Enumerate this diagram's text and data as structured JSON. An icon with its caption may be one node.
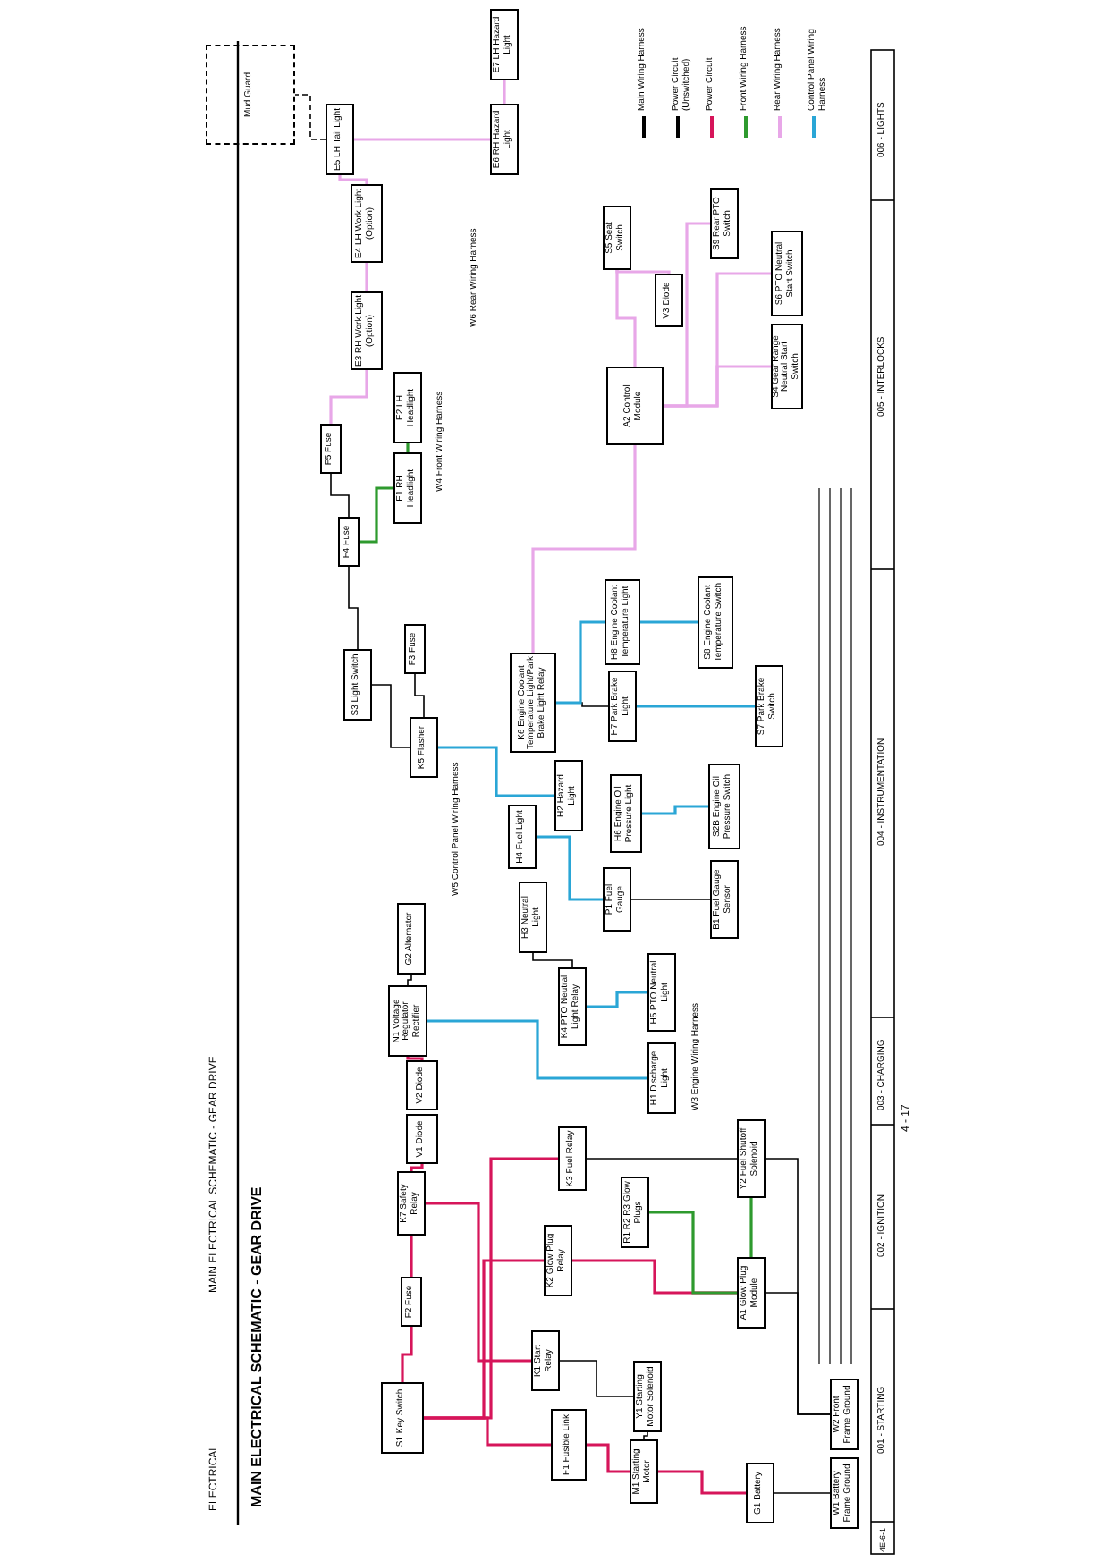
{
  "diagram": {
    "title": "MAIN ELECTRICAL SCHEMATIC - GEAR DRIVE",
    "nodes": [
      {
        "text": [
          "G1 Battery"
        ]
      },
      {
        "text": [
          "W1 Battery Frame Ground"
        ]
      },
      {
        "text": [
          "W2 Front Frame Ground"
        ]
      },
      {
        "text": [
          "M1 Starting Motor"
        ]
      },
      {
        "text": [
          "Y1 Starting Motor Solenoid"
        ]
      },
      {
        "text": [
          "F1 Fusible Link"
        ]
      },
      {
        "text": [
          "K1 Start Relay"
        ]
      },
      {
        "text": [
          "S1 Key Switch"
        ]
      },
      {
        "text": [
          "F2 Fuse"
        ]
      },
      {
        "text": [
          "K7 Safety Relay"
        ]
      },
      {
        "text": [
          "V1 Diode"
        ]
      },
      {
        "text": [
          "V2 Diode"
        ]
      },
      {
        "text": [
          "N1 Voltage Regulator Rectifier"
        ]
      },
      {
        "text": [
          "G2 Alternator"
        ]
      },
      {
        "text": [
          "K2 Glow Plug Relay"
        ]
      },
      {
        "text": [
          "R1 R2 R3 Glow Plugs"
        ]
      },
      {
        "text": [
          "A1 Glow Plug Module"
        ]
      },
      {
        "text": [
          "K3 Fuel Relay"
        ]
      },
      {
        "text": [
          "Y2 Fuel Shutoff Solenoid"
        ]
      },
      {
        "text": [
          "K4 PTO Neutral Light Relay"
        ]
      },
      {
        "text": [
          "H1 Discharge Light"
        ]
      },
      {
        "text": [
          "H5 PTO Neutral Light"
        ]
      },
      {
        "text": [
          "H3 Neutral Light"
        ]
      },
      {
        "text": [
          "P1 Fuel Gauge"
        ]
      },
      {
        "text": [
          "B1 Fuel Gauge Sensor"
        ]
      },
      {
        "text": [
          "H4 Fuel Light"
        ]
      },
      {
        "text": [
          "H2 Hazard Light"
        ]
      },
      {
        "text": [
          "H6 Engine Oil Pressure Light"
        ]
      },
      {
        "text": [
          "S2B Engine Oil Pressure Switch"
        ]
      },
      {
        "text": [
          "K5 Flasher"
        ]
      },
      {
        "text": [
          "K6 Engine Coolant Temperature Light/Park Brake Light Relay"
        ]
      },
      {
        "text": [
          "H7 Park Brake Light"
        ]
      },
      {
        "text": [
          "S7 Park Brake Switch"
        ]
      },
      {
        "text": [
          "H8 Engine Coolant Temperature Light"
        ]
      },
      {
        "text": [
          "S8 Engine Coolant Temperature Switch"
        ]
      },
      {
        "text": [
          "S3 Light Switch"
        ]
      },
      {
        "text": [
          "F3 Fuse"
        ]
      },
      {
        "text": [
          "F4 Fuse"
        ]
      },
      {
        "text": [
          "F5 Fuse"
        ]
      },
      {
        "text": [
          "E1 RH Headlight"
        ]
      },
      {
        "text": [
          "E2 LH Headlight"
        ]
      },
      {
        "text": [
          "E3 RH Work Light (Option)"
        ]
      },
      {
        "text": [
          "E4 LH Work Light (Option)"
        ]
      },
      {
        "text": [
          "E5 LH Tail Light"
        ]
      },
      {
        "text": [
          "E6 RH Hazard Light"
        ]
      },
      {
        "text": [
          "E7 LH Hazard Light"
        ]
      },
      {
        "text": [
          "A2 Control Module"
        ]
      },
      {
        "text": [
          "S5 Seat Switch"
        ]
      },
      {
        "text": [
          "V3 Diode"
        ]
      },
      {
        "text": [
          "S9 Rear PTO Switch"
        ]
      },
      {
        "text": [
          "S6 PTO Neutral Start Switch"
        ]
      },
      {
        "text": [
          "S4 Gear Range Neutral Start Switch"
        ]
      },
      {
        "text": [
          "Mud Guard"
        ]
      }
    ],
    "edges": [
      {
        "from": 0,
        "to": 1,
        "arrow": "none"
      },
      {
        "from": 0,
        "to": 3,
        "arrow": "none",
        "color": "#d6155a"
      },
      {
        "from": 3,
        "to": 5,
        "arrow": "none",
        "color": "#d6155a"
      },
      {
        "from": 5,
        "to": 7,
        "arrow": "none",
        "color": "#d6155a"
      },
      {
        "from": 6,
        "to": 4,
        "arrow": "none"
      },
      {
        "from": 3,
        "to": 4,
        "arrow": "none"
      },
      {
        "from": 7,
        "to": 8,
        "arrow": "none",
        "color": "#d6155a"
      },
      {
        "from": 8,
        "to": 9,
        "arrow": "none",
        "color": "#d6155a"
      },
      {
        "from": 9,
        "to": 6,
        "arrow": "none",
        "color": "#d6155a"
      },
      {
        "from": 7,
        "to": 14,
        "arrow": "none",
        "color": "#d6155a"
      },
      {
        "from": 14,
        "to": 16,
        "arrow": "none",
        "color": "#d6155a"
      },
      {
        "from": 16,
        "to": 15,
        "arrow": "none",
        "color": "#2e9a2e"
      },
      {
        "from": 7,
        "to": 17,
        "arrow": "none",
        "color": "#d6155a"
      },
      {
        "from": 17,
        "to": 18,
        "arrow": "none"
      },
      {
        "from": 16,
        "to": 18,
        "arrow": "none",
        "color": "#2e9a2e"
      },
      {
        "from": 18,
        "to": 2,
        "arrow": "none"
      },
      {
        "from": 16,
        "to": 2,
        "arrow": "none"
      },
      {
        "from": 10,
        "to": 9,
        "arrow": "none",
        "color": "#d6155a"
      },
      {
        "from": 11,
        "to": 12,
        "arrow": "none",
        "color": "#d6155a"
      },
      {
        "from": 12,
        "to": 13,
        "arrow": "none"
      },
      {
        "from": 12,
        "to": 20,
        "arrow": "none",
        "color": "#2aa6d6"
      },
      {
        "from": 19,
        "to": 21,
        "arrow": "none",
        "color": "#2aa6d6"
      },
      {
        "from": 19,
        "to": 22,
        "arrow": "none"
      },
      {
        "from": 23,
        "to": 24,
        "arrow": "none"
      },
      {
        "from": 23,
        "to": 25,
        "arrow": "none",
        "color": "#2aa6d6"
      },
      {
        "from": 27,
        "to": 28,
        "arrow": "none",
        "color": "#2aa6d6"
      },
      {
        "from": 31,
        "to": 32,
        "arrow": "none",
        "color": "#2aa6d6"
      },
      {
        "from": 30,
        "to": 31,
        "arrow": "none"
      },
      {
        "from": 30,
        "to": 33,
        "arrow": "none",
        "color": "#2aa6d6"
      },
      {
        "from": 33,
        "to": 34,
        "arrow": "none",
        "color": "#2aa6d6"
      },
      {
        "from": 29,
        "to": 26,
        "arrow": "none",
        "color": "#2aa6d6"
      },
      {
        "from": 35,
        "to": 29,
        "arrow": "none"
      },
      {
        "from": 36,
        "to": 29,
        "arrow": "none"
      },
      {
        "from": 35,
        "to": 37,
        "arrow": "none"
      },
      {
        "from": 37,
        "to": 38,
        "arrow": "none"
      },
      {
        "from": 37,
        "to": 39,
        "arrow": "none",
        "color": "#2e9a2e"
      },
      {
        "from": 39,
        "to": 40,
        "arrow": "none",
        "color": "#2e9a2e"
      },
      {
        "from": 38,
        "to": 41,
        "arrow": "none",
        "color": "#e8a7e8"
      },
      {
        "from": 41,
        "to": 42,
        "arrow": "none",
        "color": "#e8a7e8"
      },
      {
        "from": 42,
        "to": 43,
        "arrow": "none",
        "color": "#e8a7e8"
      },
      {
        "from": 43,
        "to": 44,
        "arrow": "none",
        "color": "#e8a7e8"
      },
      {
        "from": 44,
        "to": 45,
        "arrow": "none",
        "color": "#e8a7e8"
      },
      {
        "from": 46,
        "to": 47,
        "arrow": "none",
        "color": "#e8a7e8"
      },
      {
        "from": 47,
        "to": 48,
        "arrow": "none",
        "color": "#e8a7e8"
      },
      {
        "from": 46,
        "to": 49,
        "arrow": "none",
        "color": "#e8a7e8"
      },
      {
        "from": 46,
        "to": 50,
        "arrow": "none",
        "color": "#e8a7e8"
      },
      {
        "from": 46,
        "to": 51,
        "arrow": "none",
        "color": "#e8a7e8"
      },
      {
        "from": 46,
        "to": 30,
        "arrow": "none",
        "color": "#e8a7e8"
      },
      {
        "from": 43,
        "to": 52,
        "arrow": "none",
        "style": "dashed"
      }
    ],
    "labels": [
      "ELECTRICAL",
      "MAIN ELECTRICAL SCHEMATIC - GEAR DRIVE",
      "4E-6-1",
      "001 - STARTING",
      "002 - IGNITION",
      "003 - CHARGING",
      "004 - INSTRUMENTATION",
      "005 - INTERLOCKS",
      "006 - LIGHTS",
      "4 - 17",
      "W3 Engine Wiring Harness",
      "W4 Front Wiring Harness",
      "W6 Rear Wiring Harness",
      "W5 Control Panel Wiring Harness"
    ],
    "legend": [
      {
        "text": "Main Wiring Harness",
        "color": "#000000"
      },
      {
        "text": "Power Circuit (Unswitched)",
        "color": "#000000"
      },
      {
        "text": "Power Circuit",
        "color": "#d6155a"
      },
      {
        "text": "Front Wiring Harness",
        "color": "#2e9a2e"
      },
      {
        "text": "Rear Wiring Harness",
        "color": "#e8a7e8"
      },
      {
        "text": "Control Panel Wiring Harness",
        "color": "#2aa6d6"
      }
    ]
  }
}
